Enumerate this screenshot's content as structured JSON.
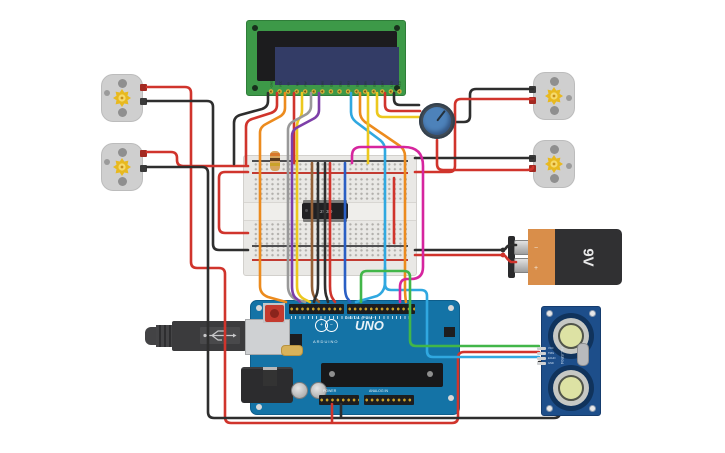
{
  "lcd": {
    "pin_labels": [
      "GND",
      "VCC",
      "V0",
      "RS",
      "RW",
      "E",
      "DB0",
      "DB1",
      "DB2",
      "DB3",
      "DB4",
      "DB5",
      "DB6",
      "DB7",
      "LED",
      "LED"
    ]
  },
  "breadboard": {
    "chip_label": "L293D"
  },
  "arduino": {
    "digital_label": "DIGITAL (PWM~)",
    "logo_text": "UNO",
    "brand": "ARDUINO",
    "logo_left_sign": "+",
    "logo_right_sign": "−",
    "power_label": "POWER",
    "analog_label": "ANALOG IN"
  },
  "battery": {
    "voltage_label": "9V",
    "minus_sign": "−",
    "plus_sign": "+"
  },
  "sensor": {
    "model_label": "HC-SR04",
    "pin_labels": [
      "VCC",
      "TRIG",
      "ECHO",
      "GND"
    ]
  },
  "colors": {
    "wire_red": "#d0342c",
    "wire_black": "#2e2e2e",
    "wire_orange": "#ec8b1e",
    "wire_yellow": "#ecc81e",
    "wire_gray": "#999999",
    "wire_purple": "#7d3fa8",
    "wire_blue": "#2a5fc4",
    "wire_cyan": "#30a8e0",
    "wire_green": "#42b649",
    "wire_magenta": "#d6259e",
    "wire_brown": "#936037",
    "arduino_blue": "#1473a6",
    "lcd_green": "#3d9948",
    "sensor_blue": "#1d4e8a"
  }
}
